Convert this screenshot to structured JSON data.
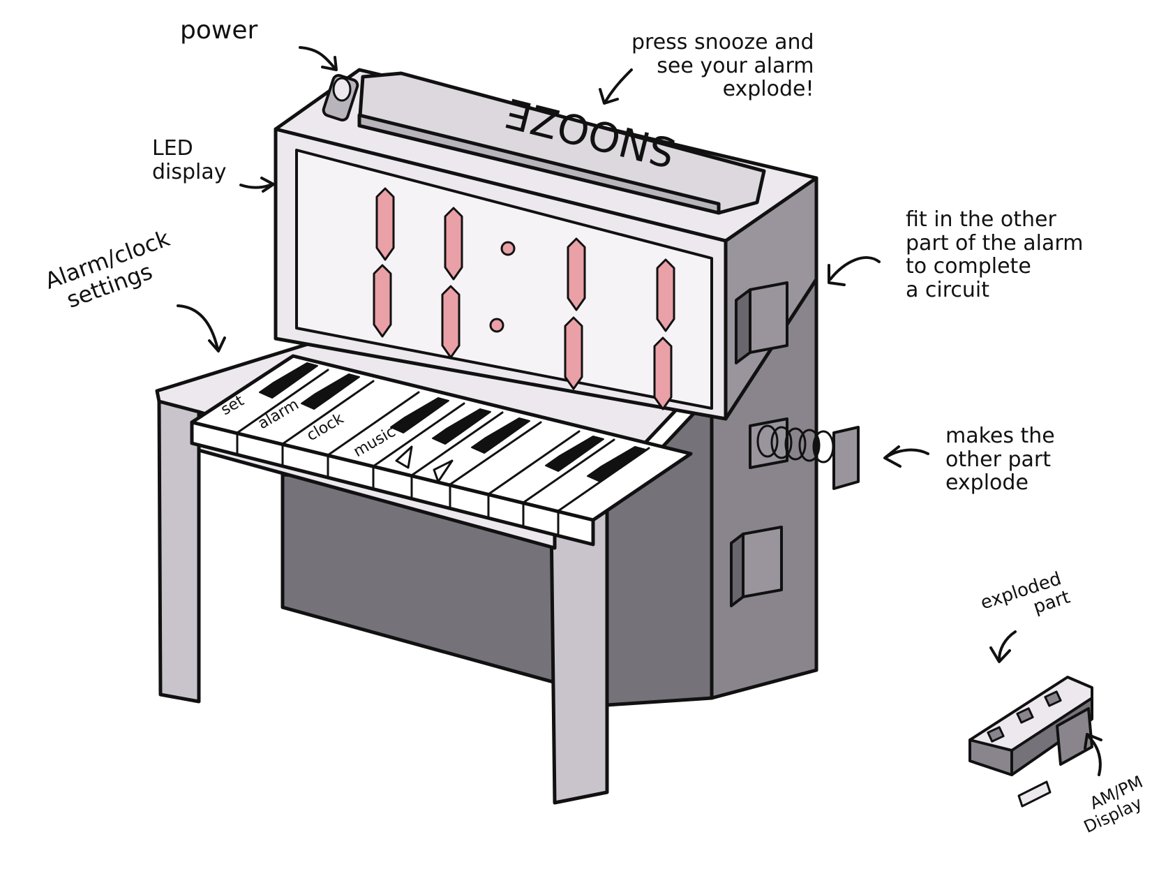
{
  "labels": {
    "power": "power",
    "snooze_note": [
      "press snooze and",
      "see your alarm",
      "explode!"
    ],
    "led_display": [
      "LED",
      "display"
    ],
    "settings": [
      "Alarm/clock",
      "settings"
    ],
    "circuit_note": [
      "fit in the other",
      "part of the alarm",
      "to complete",
      "a circuit"
    ],
    "explode_note": [
      "makes the",
      "other part",
      "explode"
    ],
    "exploded_part": [
      "exploded",
      "part"
    ],
    "ampm_display": [
      "AM/PM",
      "Display"
    ]
  },
  "device": {
    "snooze_text": "SNOOZE",
    "key_labels": [
      "set",
      "alarm",
      "clock",
      "music"
    ]
  },
  "colors": {
    "ink": "#111111",
    "light_fill": "#ece8ee",
    "mid_fill": "#b9b4bc",
    "dark_fill": "#76727a",
    "led_segment": "#e9a0a6"
  }
}
